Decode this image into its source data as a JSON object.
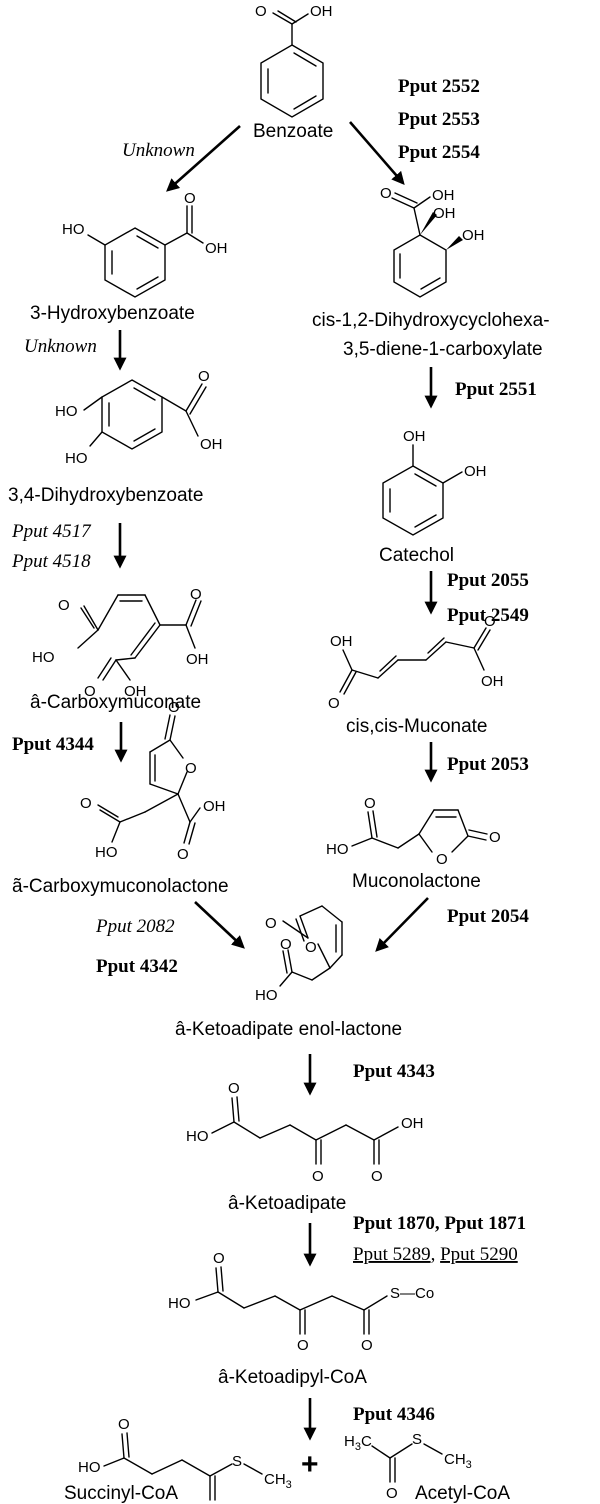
{
  "compounds": {
    "benzoate": "Benzoate",
    "hydroxybenzoate3": "3-Hydroxybenzoate",
    "dihydroxybenzoate34": "3,4-Dihydroxybenzoate",
    "carboxymuconate": "â-Carboxymuconate",
    "carboxymuconolactone": "ã-Carboxymuconolactone",
    "dihydroxycyclohexa_1": "cis-1,2-Dihydroxycyclohexa-",
    "dihydroxycyclohexa_2": "3,5-diene-1-carboxylate",
    "catechol": "Catechol",
    "cis_cis_muconate": "cis,cis-Muconate",
    "muconolactone": "Muconolactone",
    "ketoadipate_enol_lactone": "â-Ketoadipate enol-lactone",
    "ketoadipate": "â-Ketoadipate",
    "ketoadipyl_coa": "â-Ketoadipyl-CoA",
    "succinyl_coa": "Succinyl-CoA",
    "acetyl_coa": "Acetyl-CoA"
  },
  "enzymes": {
    "unknown_1": "Unknown",
    "unknown_2": "Unknown",
    "pput2552": "Pput 2552",
    "pput2553": "Pput 2553",
    "pput2554": "Pput 2554",
    "pput2551": "Pput 2551",
    "pput4517": "Pput 4517",
    "pput4518": "Pput 4518",
    "pput2055": "Pput 2055",
    "pput2549": "Pput 2549",
    "pput4344": "Pput 4344",
    "pput2053": "Pput 2053",
    "pput2082": "Pput 2082",
    "pput4342": "Pput 4342",
    "pput2054": "Pput 2054",
    "pput4343": "Pput 4343",
    "pput1870_1871": "Pput 1870, Pput 1871",
    "pput5289": "Pput 5289",
    "comma": ", ",
    "pput5290": "Pput 5290",
    "pput4346": "Pput 4346"
  },
  "atoms": {
    "O": "O",
    "OH": "OH",
    "HO": "HO",
    "S": "S",
    "S_Co": "S—Co",
    "CH": "CH",
    "H": "H",
    "C": "C",
    "sub3": "3",
    "plus": "+"
  }
}
